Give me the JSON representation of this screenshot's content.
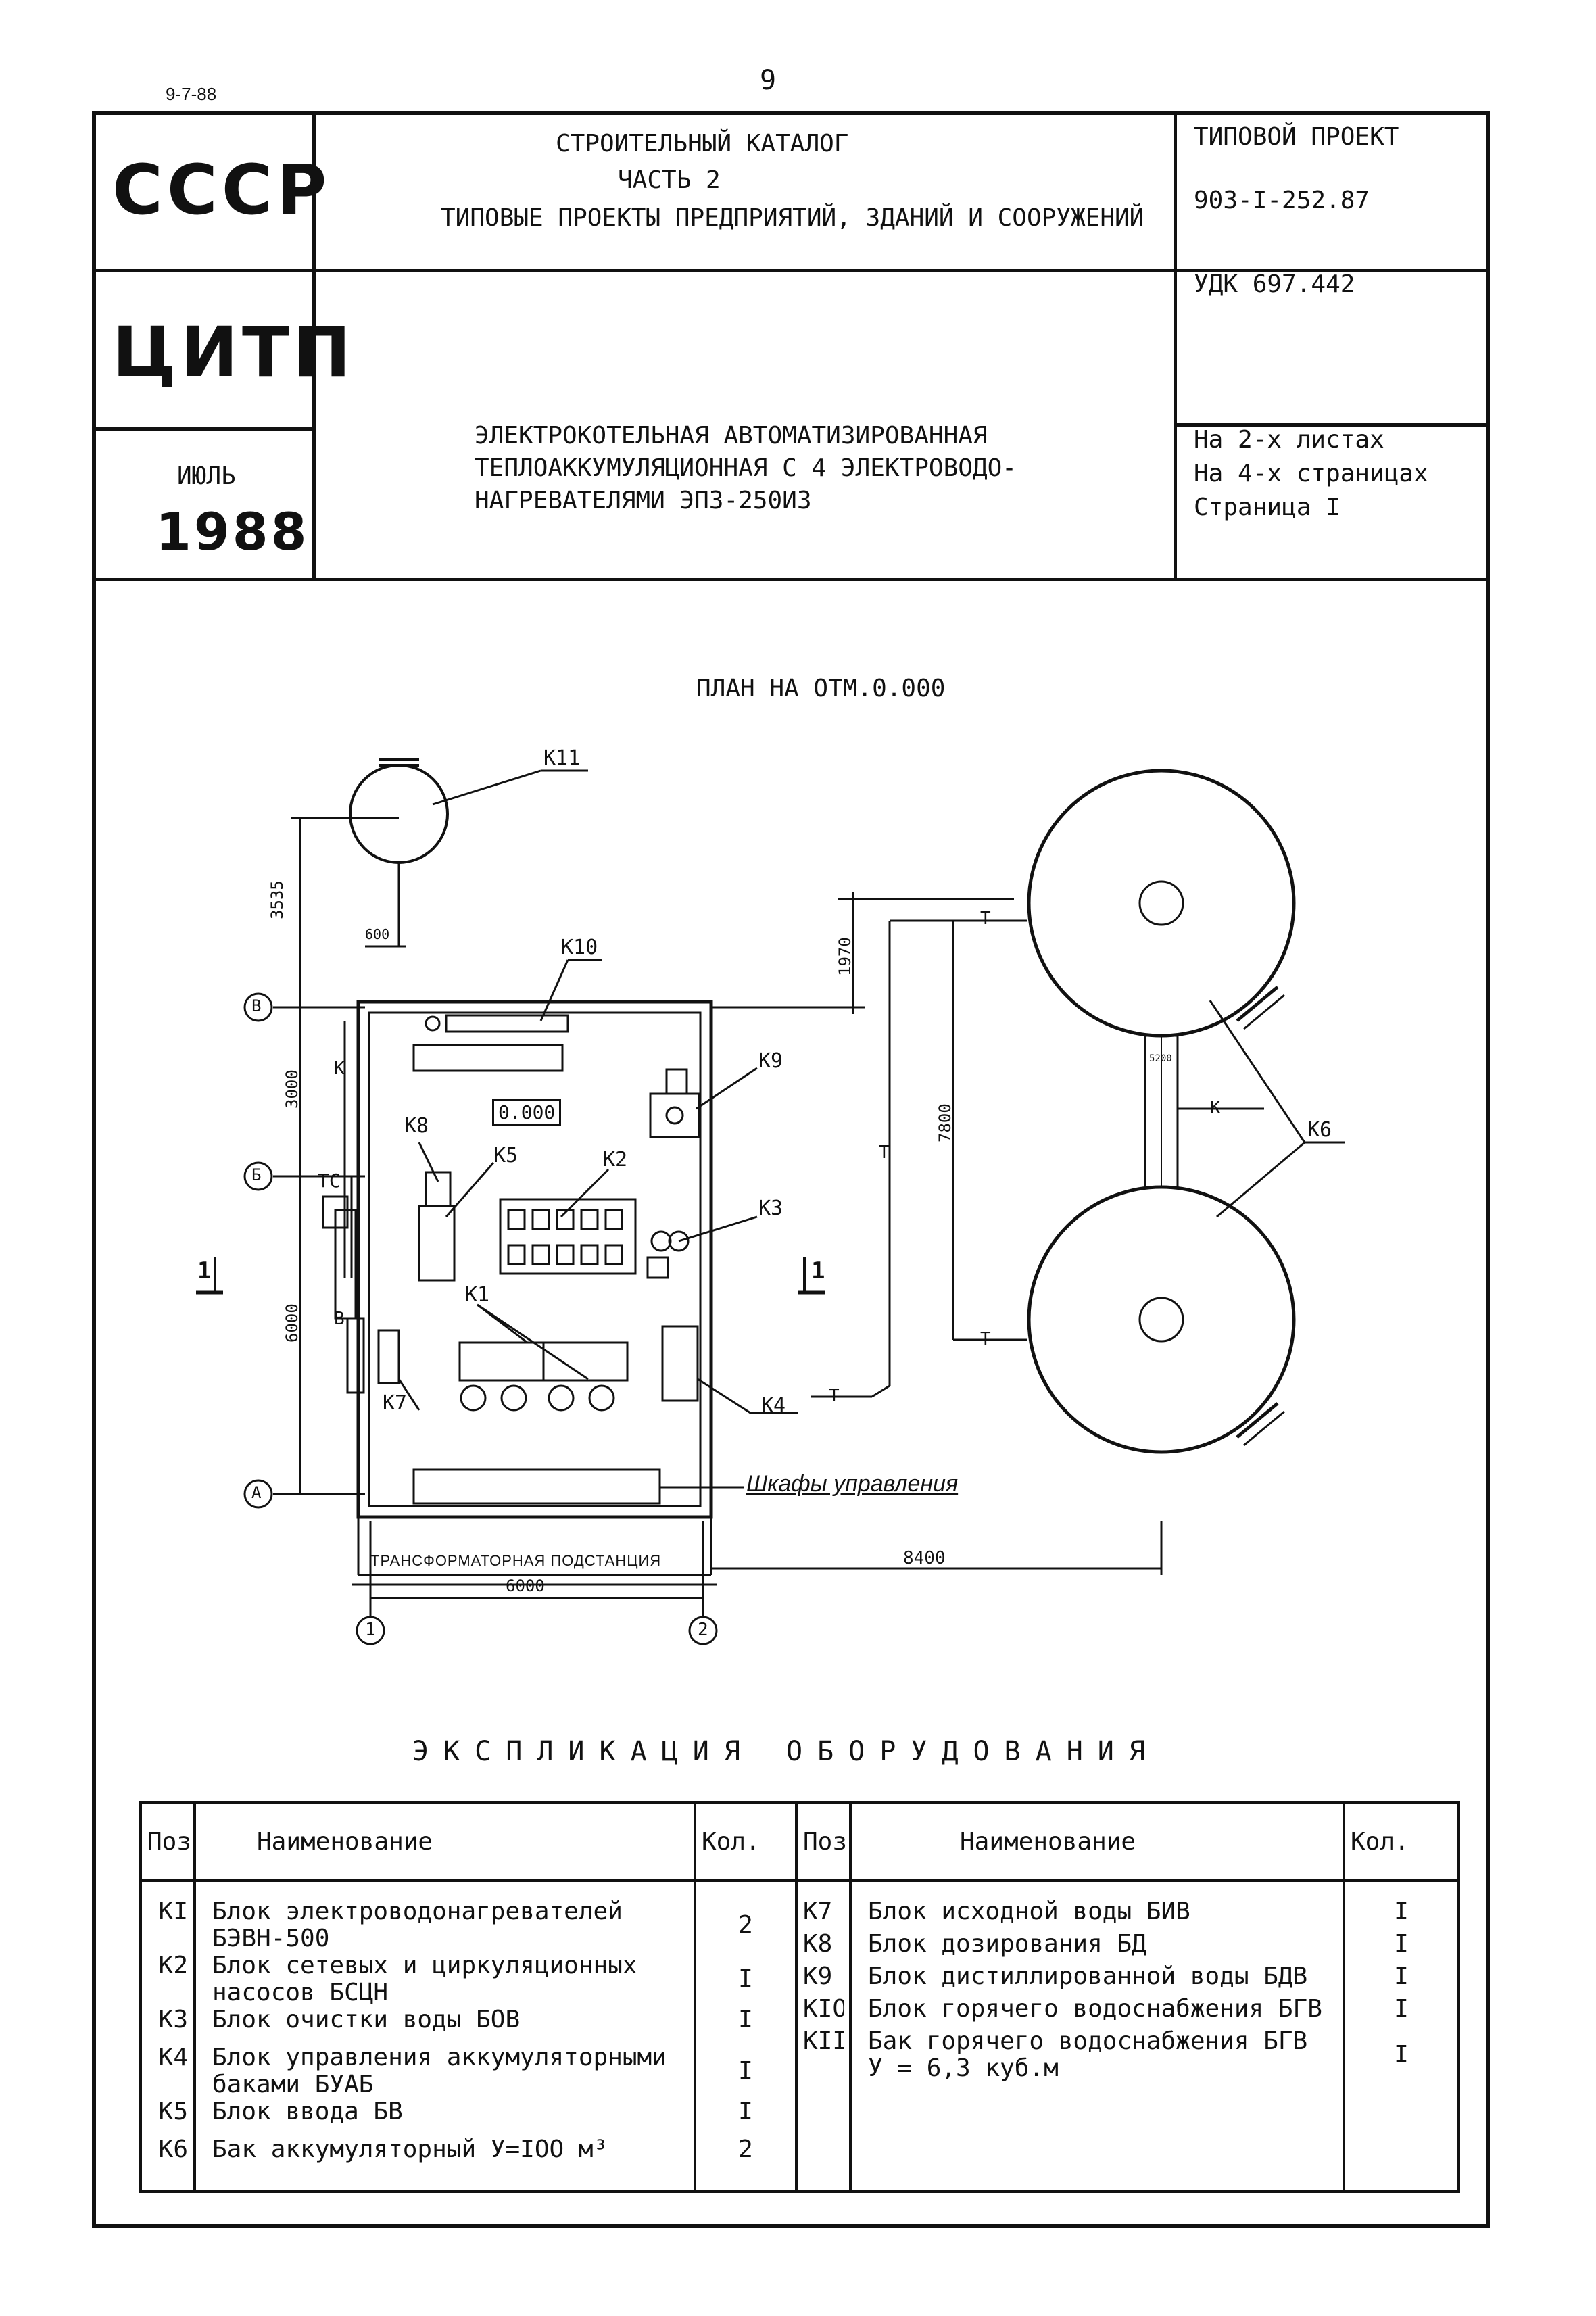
{
  "page": {
    "corner_code": "9-7-88",
    "page_number": "9"
  },
  "header": {
    "org1": "СССР",
    "org2": "ЦИТП",
    "month": "ИЮЛЬ",
    "year": "1988",
    "catalog_line1": "СТРОИТЕЛЬНЫЙ КАТАЛОГ",
    "catalog_line2": "ЧАСТЬ 2",
    "catalog_line3": "ТИПОВЫЕ ПРОЕКТЫ ПРЕДПРИЯТИЙ, ЗДАНИЙ И СООРУЖЕНИЙ",
    "project_label": "ТИПОВОЙ ПРОЕКТ",
    "project_number": "903-I-252.87",
    "udk": "УДК 697.442",
    "title_line1": "ЭЛЕКТРОКОТЕЛЬНАЯ АВТОМАТИЗИРОВАННАЯ",
    "title_line2": "ТЕПЛОАККУМУЛЯЦИОННАЯ С 4 ЭЛЕКТРОВОДО-",
    "title_line3": "НАГРЕВАТЕЛЯМИ ЭПЗ-250ИЗ",
    "sheets": "На 2-х листах",
    "pages": "На 4-х страницах",
    "page_no": "Страница I"
  },
  "drawing": {
    "title": "ПЛАН НА ОТМ.0.000",
    "labels": {
      "k1": "K1",
      "k2": "K2",
      "k3": "K3",
      "k4": "K4",
      "k5": "K5",
      "k6": "K6",
      "k7": "K7",
      "k8": "K8",
      "k9": "K9",
      "k10": "K10",
      "k11": "K11",
      "elevation": "0.000",
      "tc": "ТС",
      "t": "Т",
      "k": "К",
      "v": "В",
      "axis_a": "А",
      "axis_b": "Б",
      "axis_v": "В",
      "axis_1": "1",
      "axis_2": "2",
      "section_left": "1",
      "section_right": "1",
      "cabinets": "Шкафы управления",
      "substation": "ТРАНСФОРМАТОРНАЯ ПОДСТАНЦИЯ",
      "small_box": "5200"
    },
    "dimensions": {
      "d3535": "3535",
      "d600": "600",
      "d3000": "3000",
      "d6000v": "6000",
      "d6000h": "6000",
      "d1970": "1970",
      "d7800": "7800",
      "d8400": "8400"
    }
  },
  "explication": {
    "title": "ЭКСПЛИКАЦИЯ ОБОРУДОВАНИЯ",
    "headers": {
      "pos": "Поз",
      "name": "Наименование",
      "qty": "Кол."
    },
    "left": [
      {
        "pos": "KI",
        "name": "Блок электроводонагревателей",
        "name2": "БЭВН-500",
        "qty": "2"
      },
      {
        "pos": "K2",
        "name": "Блок сетевых и циркуляционных",
        "name2": "насосов БСЦН",
        "qty": "I"
      },
      {
        "pos": "K3",
        "name": "Блок очистки воды БОВ",
        "name2": "",
        "qty": "I"
      },
      {
        "pos": "K4",
        "name": "Блок управления аккумуляторными",
        "name2": "баками БУАБ",
        "qty": "I"
      },
      {
        "pos": "K5",
        "name": "Блок ввода БВ",
        "name2": "",
        "qty": "I"
      },
      {
        "pos": "K6",
        "name": "Бак аккумуляторный У=IOO м³",
        "name2": "",
        "qty": "2"
      }
    ],
    "right": [
      {
        "pos": "K7",
        "name": "Блок исходной воды БИВ",
        "name2": "",
        "qty": "I"
      },
      {
        "pos": "K8",
        "name": "Блок дозирования БД",
        "name2": "",
        "qty": "I"
      },
      {
        "pos": "K9",
        "name": "Блок дистиллированной воды БДВ",
        "name2": "",
        "qty": "I"
      },
      {
        "pos": "KIO",
        "name": "Блок горячего водоснабжения БГВ",
        "name2": "",
        "qty": "I"
      },
      {
        "pos": "KII",
        "name": "Бак горячего водоснабжения БГВ",
        "name2": "У = 6,3 куб.м",
        "qty": "I"
      }
    ]
  }
}
